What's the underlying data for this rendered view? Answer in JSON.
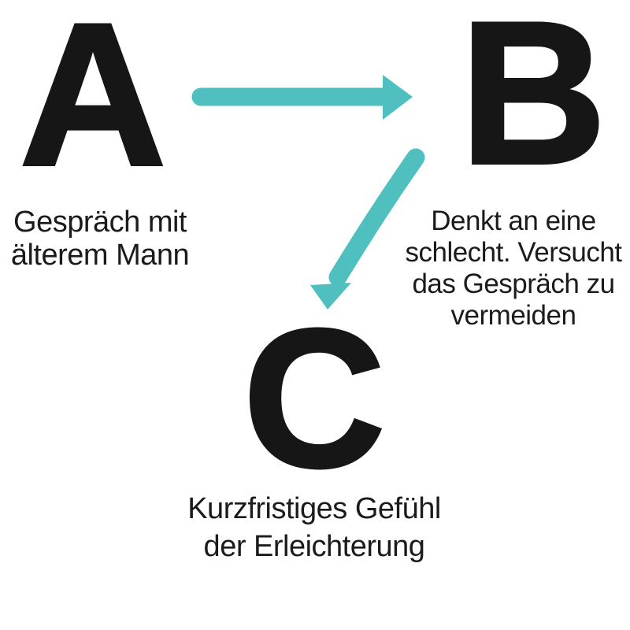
{
  "colors": {
    "arrow": "#4FBFBF",
    "letter": "#161616"
  },
  "nodes": {
    "a": {
      "letter": "A",
      "label_lines": [
        "Gespräch mit",
        "älterem Mann"
      ]
    },
    "b": {
      "letter": "B",
      "label_lines": [
        "Denkt an eine",
        "schlecht. Versucht",
        "das Gespräch zu",
        "vermeiden"
      ]
    },
    "c": {
      "letter": "C",
      "label_lines": [
        "Kurzfristiges Gefühl",
        "der Erleichterung"
      ]
    }
  }
}
